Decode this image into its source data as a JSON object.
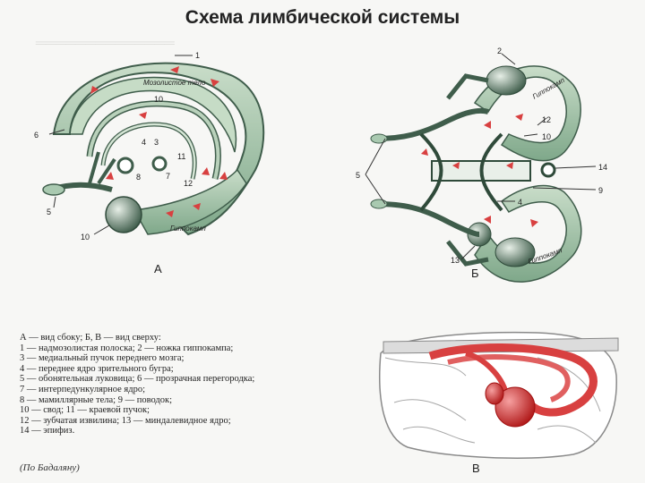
{
  "title": "Схема лимбической системы",
  "panels": {
    "a": "А",
    "b": "Б",
    "c": "В"
  },
  "labels_a": {
    "n1": "1",
    "n3": "3",
    "n4": "4",
    "n5": "5",
    "n6": "6",
    "n7": "7",
    "n8": "8",
    "n10": "10",
    "n11": "11",
    "n12": "12",
    "n10b": "10",
    "corpus": "Мозолистое тело",
    "hippo": "Гиппокамп"
  },
  "labels_b": {
    "n2": "2",
    "n4": "4",
    "n5": "5",
    "n9": "9",
    "n10": "10",
    "n12": "12",
    "n13": "13",
    "n14": "14",
    "hippo_top": "Гиппокамп",
    "hippo_bottom": "Гиппокамп"
  },
  "legend": [
    "А — вид сбоку; Б, В — вид сверху:",
    "1 — надмозолистая полоска; 2 — ножка гиппокампа;",
    "3 — медиальный пучок переднего мозга;",
    "4 — переднее ядро зрительного бугра;",
    "5 — обонятельная луковица; 6 — прозрачная перегородка;",
    "7 — интерпедункулярное ядро;",
    "8 — мамиллярные тела; 9 — поводок;",
    "10 — свод; 11 — краевой пучок;",
    "12 — зубчатая извилина; 13 — миндалевидное ядро;",
    "14 — эпифиз."
  ],
  "credit": "(По Бадаляну)",
  "colors": {
    "green": "#a9c9b0",
    "dark": "#4f6f5c",
    "red": "#d84040"
  }
}
